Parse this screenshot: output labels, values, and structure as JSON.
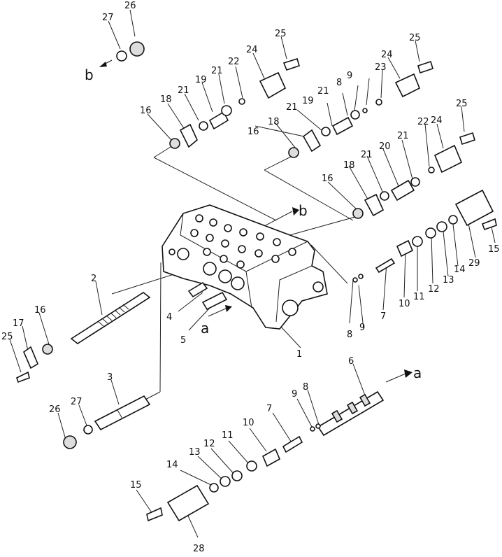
{
  "callouts": [
    {
      "id": "c1",
      "text": "1"
    },
    {
      "id": "c2",
      "text": "2"
    },
    {
      "id": "c3",
      "text": "3"
    },
    {
      "id": "c4",
      "text": "4"
    },
    {
      "id": "c5",
      "text": "5"
    },
    {
      "id": "c6",
      "text": "6"
    },
    {
      "id": "c7a",
      "text": "7"
    },
    {
      "id": "c7b",
      "text": "7"
    },
    {
      "id": "c8a",
      "text": "8"
    },
    {
      "id": "c8b",
      "text": "8"
    },
    {
      "id": "c8c",
      "text": "8"
    },
    {
      "id": "c9a",
      "text": "9"
    },
    {
      "id": "c9b",
      "text": "9"
    },
    {
      "id": "c9c",
      "text": "9"
    },
    {
      "id": "c10a",
      "text": "10"
    },
    {
      "id": "c10b",
      "text": "10"
    },
    {
      "id": "c11a",
      "text": "11"
    },
    {
      "id": "c11b",
      "text": "11"
    },
    {
      "id": "c12a",
      "text": "12"
    },
    {
      "id": "c12b",
      "text": "12"
    },
    {
      "id": "c13a",
      "text": "13"
    },
    {
      "id": "c13b",
      "text": "13"
    },
    {
      "id": "c14a",
      "text": "14"
    },
    {
      "id": "c14b",
      "text": "14"
    },
    {
      "id": "c15a",
      "text": "15"
    },
    {
      "id": "c15b",
      "text": "15"
    },
    {
      "id": "c16a",
      "text": "16"
    },
    {
      "id": "c16b",
      "text": "16"
    },
    {
      "id": "c16c",
      "text": "16"
    },
    {
      "id": "c16d",
      "text": "16"
    },
    {
      "id": "c17",
      "text": "17"
    },
    {
      "id": "c18a",
      "text": "18"
    },
    {
      "id": "c18b",
      "text": "18"
    },
    {
      "id": "c18c",
      "text": "18"
    },
    {
      "id": "c19a",
      "text": "19"
    },
    {
      "id": "c19b",
      "text": "19"
    },
    {
      "id": "c20",
      "text": "20"
    },
    {
      "id": "c21a",
      "text": "21"
    },
    {
      "id": "c21b",
      "text": "21"
    },
    {
      "id": "c21c",
      "text": "21"
    },
    {
      "id": "c21d",
      "text": "21"
    },
    {
      "id": "c21e",
      "text": "21"
    },
    {
      "id": "c21f",
      "text": "21"
    },
    {
      "id": "c22a",
      "text": "22"
    },
    {
      "id": "c22b",
      "text": "22"
    },
    {
      "id": "c23",
      "text": "23"
    },
    {
      "id": "c24a",
      "text": "24"
    },
    {
      "id": "c24b",
      "text": "24"
    },
    {
      "id": "c24c",
      "text": "24"
    },
    {
      "id": "c25a",
      "text": "25"
    },
    {
      "id": "c25b",
      "text": "25"
    },
    {
      "id": "c25c",
      "text": "25"
    },
    {
      "id": "c25d",
      "text": "25"
    },
    {
      "id": "c26a",
      "text": "26"
    },
    {
      "id": "c26b",
      "text": "26"
    },
    {
      "id": "c27a",
      "text": "27"
    },
    {
      "id": "c27b",
      "text": "27"
    },
    {
      "id": "c28",
      "text": "28"
    },
    {
      "id": "c29",
      "text": "29"
    }
  ],
  "refs": {
    "b_top": "b",
    "b_body": "b",
    "a_body": "a",
    "a_spool": "a"
  }
}
